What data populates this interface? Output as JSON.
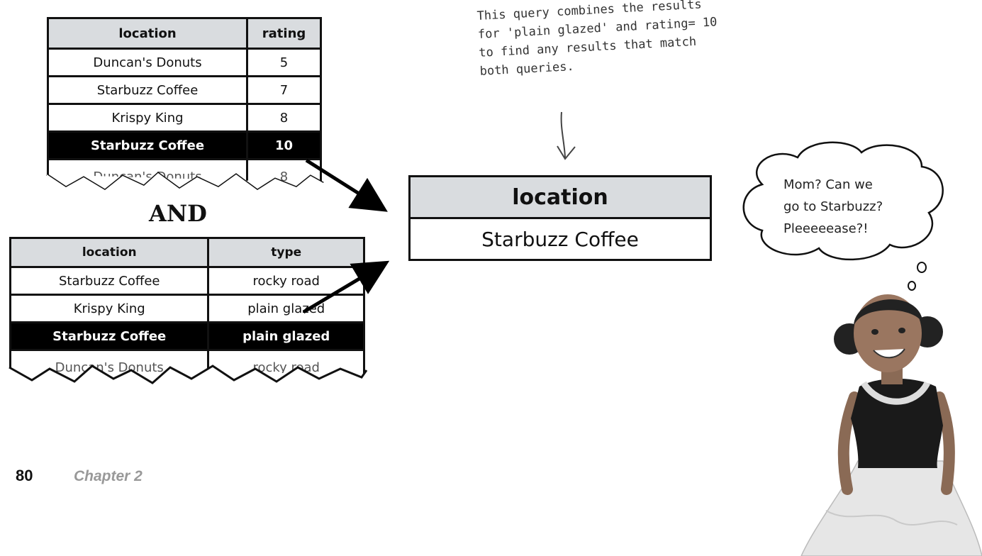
{
  "ratings_table": {
    "columns": [
      "location",
      "rating"
    ],
    "rows": [
      [
        "Duncan's Donuts",
        "5"
      ],
      [
        "Starbuzz Coffee",
        "7"
      ],
      [
        "Krispy King",
        "8"
      ],
      [
        "Starbuzz Coffee",
        "10"
      ]
    ],
    "torn_row": [
      "Duncan's Donuts",
      "8"
    ],
    "highlighted_row": 3
  },
  "and_label": "AND",
  "types_table": {
    "columns": [
      "location",
      "type"
    ],
    "rows": [
      [
        "Starbuzz Coffee",
        "rocky road"
      ],
      [
        "Krispy King",
        "plain glazed"
      ],
      [
        "Starbuzz Coffee",
        "plain glazed"
      ]
    ],
    "torn_row": [
      "Duncan's Donuts",
      "rocky road"
    ],
    "highlighted_row": 2
  },
  "result_table": {
    "columns": [
      "location"
    ],
    "rows": [
      [
        "Starbuzz Coffee"
      ]
    ]
  },
  "annotation": {
    "lines": [
      "This query combines the results",
      "for 'plain glazed' and rating= 10",
      "to find any results that match",
      "both queries."
    ]
  },
  "thought_bubble": {
    "lines": [
      "Mom? Can we",
      "go to Starbuzz?",
      "Pleeeeease?!"
    ]
  },
  "footer": {
    "page_number": "80",
    "chapter": "Chapter 2"
  },
  "colors": {
    "header_fill": "#d9dcdf",
    "highlight_fill": "#000000",
    "chapter_text": "#999999"
  },
  "icons": [
    "girl-illustration",
    "thought-bubble",
    "arrow-pointer",
    "hand-drawn-arrow"
  ]
}
